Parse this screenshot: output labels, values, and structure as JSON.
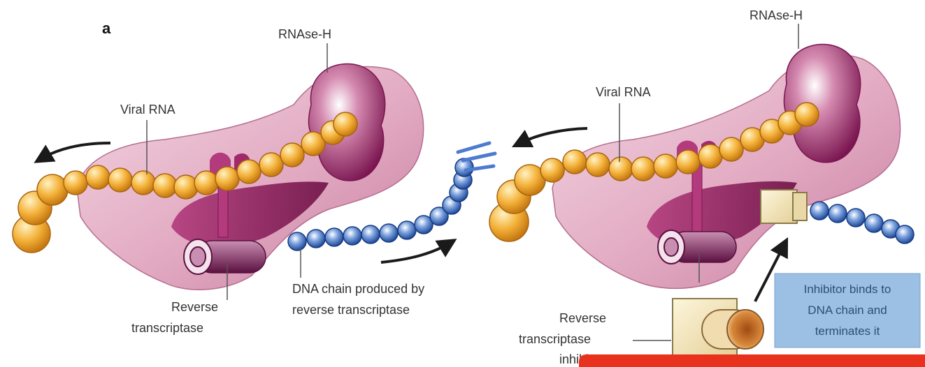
{
  "panel_left": {
    "letter": "a",
    "label_rnase": "RNAse-H",
    "label_viral_rna": "Viral RNA",
    "label_rt_line1": "Reverse",
    "label_rt_line2": "transcriptase",
    "label_dna_line1": "DNA chain produced by",
    "label_dna_line2": "reverse transcriptase"
  },
  "panel_right": {
    "label_rnase": "RNAse-H",
    "label_viral_rna": "Viral RNA",
    "label_rti_line1": "Reverse",
    "label_rti_line2": "transcriptase",
    "label_rti_line3": "inhibitor",
    "box_line1": "Inhibitor binds to",
    "box_line2": "DNA chain and",
    "box_line3": "terminates it"
  },
  "colors": {
    "rna_bead": "#f2a830",
    "dna_bead": "#2f5fb0",
    "enzyme_body": "#e6b3c8",
    "enzyme_dark": "#8a1f5a",
    "info_box": "#9cc0e4",
    "overlay_bar": "#e8321e"
  }
}
